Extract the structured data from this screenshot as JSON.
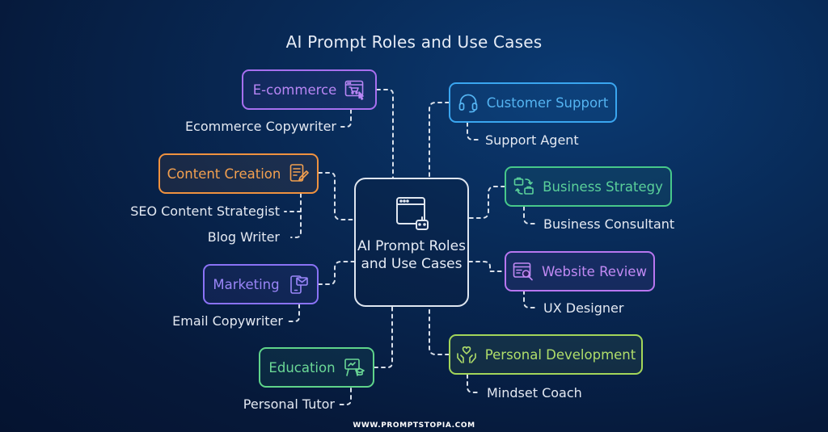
{
  "title": "AI Prompt Roles and Use Cases",
  "footer": "WWW.PROMPTSTOPIA.COM",
  "center": {
    "label": "AI Prompt Roles and Use Cases",
    "icon": "browser-robot-icon"
  },
  "categories": {
    "ecommerce": {
      "label": "E-commerce",
      "icon": "browser-cart-icon",
      "color": "#a86ff0",
      "roles": [
        "Ecommerce Copywriter"
      ]
    },
    "content_creation": {
      "label": "Content Creation",
      "icon": "document-pencil-icon",
      "color": "#f0923f",
      "roles": [
        "SEO Content Strategist",
        "Blog Writer"
      ]
    },
    "marketing": {
      "label": "Marketing",
      "icon": "phone-mail-icon",
      "color": "#8a72f6",
      "roles": [
        "Email Copywriter"
      ]
    },
    "education": {
      "label": "Education",
      "icon": "teacher-board-icon",
      "color": "#5fd48a",
      "roles": [
        "Personal Tutor"
      ]
    },
    "customer_support": {
      "label": "Customer Support",
      "icon": "headset-icon",
      "color": "#3aa6f0",
      "roles": [
        "Support Agent"
      ]
    },
    "business_strategy": {
      "label": "Business Strategy",
      "icon": "briefcase-exchange-icon",
      "color": "#47c88a",
      "roles": [
        "Business Consultant"
      ]
    },
    "website_review": {
      "label": "Website Review",
      "icon": "browser-magnifier-icon",
      "color": "#b876f0",
      "roles": [
        "UX Designer"
      ]
    },
    "personal_development": {
      "label": "Personal Development",
      "icon": "hands-heart-icon",
      "color": "#a3d65a",
      "roles": [
        "Mindset Coach"
      ]
    }
  }
}
